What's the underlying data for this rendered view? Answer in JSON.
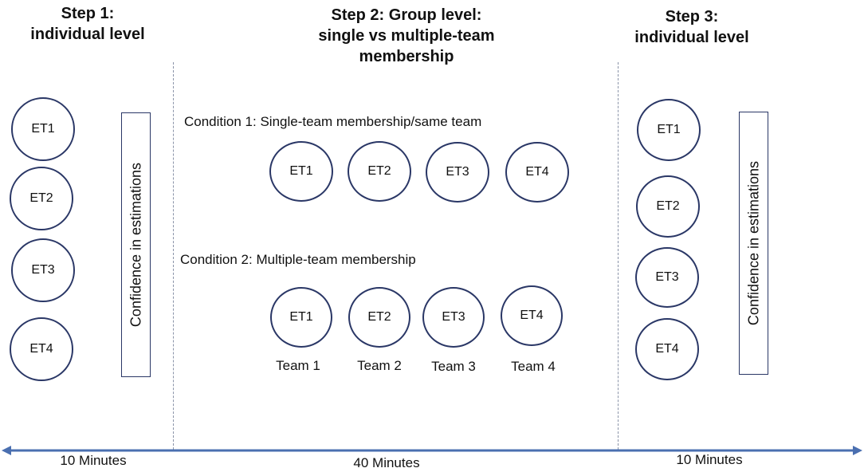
{
  "steps": [
    {
      "line1": "Step 1:",
      "line2": "individual level",
      "line3": ""
    },
    {
      "line1": "Step 2: Group level:",
      "line2": "single vs multiple-team",
      "line3": "membership"
    },
    {
      "line1": "Step 3:",
      "line2": "individual level",
      "line3": ""
    }
  ],
  "step1_circles": [
    "ET1",
    "ET2",
    "ET3",
    "ET4"
  ],
  "step3_circles": [
    "ET1",
    "ET2",
    "ET3",
    "ET4"
  ],
  "confidence_label": "Confidence in estimations",
  "condition1": {
    "label": "Condition 1: Single-team membership/same team",
    "circles": [
      "ET1",
      "ET2",
      "ET3",
      "ET4"
    ]
  },
  "condition2": {
    "label": "Condition 2: Multiple-team membership",
    "circles": [
      "ET1",
      "ET2",
      "ET3",
      "ET4"
    ],
    "teams": [
      "Team 1",
      "Team 2",
      "Team 3",
      "Team 4"
    ]
  },
  "timeline": [
    "10 Minutes",
    "40 Minutes",
    "10 Minutes"
  ],
  "colors": {
    "circle_border": "#2a3766",
    "arrow": "#4a6fb0",
    "divider": "#8a93a8"
  }
}
